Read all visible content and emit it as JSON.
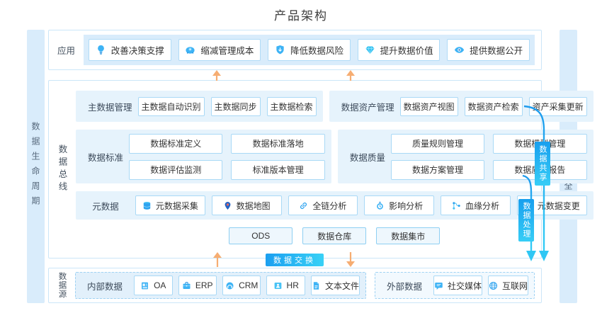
{
  "title": "产品架构",
  "left_bar": {
    "label": "数据生命周期"
  },
  "right_bar": {
    "label": "数据安全"
  },
  "app": {
    "label": "应用",
    "buttons": [
      {
        "label": "改善决策支撑",
        "icon": "lightbulb-icon"
      },
      {
        "label": "缩减管理成本",
        "icon": "piggy-bank-icon"
      },
      {
        "label": "降低数据风险",
        "icon": "shield-down-icon"
      },
      {
        "label": "提升数据价值",
        "icon": "gem-icon"
      },
      {
        "label": "提供数据公开",
        "icon": "eye-icon"
      }
    ]
  },
  "bus": {
    "label": "数据总线",
    "row1": [
      {
        "label": "主数据管理",
        "items": [
          "主数据自动识别",
          "主数据同步",
          "主数据检索"
        ]
      },
      {
        "label": "数据资产管理",
        "items": [
          "数据资产视图",
          "数据资产检索",
          "资产采集更新"
        ]
      }
    ],
    "row2": [
      {
        "label": "数据标准",
        "items": [
          "数据标准定义",
          "数据标准落地",
          "数据评估监测",
          "标准版本管理"
        ]
      },
      {
        "label": "数据质量",
        "items": [
          "质量规则管理",
          "数据模型管理",
          "数据方案管理",
          "数据质量报告"
        ]
      }
    ],
    "metadata": {
      "label": "元数据",
      "items": [
        {
          "label": "元数据采集",
          "icon": "database-icon"
        },
        {
          "label": "数据地图",
          "icon": "map-pin-icon"
        },
        {
          "label": "全链分析",
          "icon": "link-icon"
        },
        {
          "label": "影响分析",
          "icon": "stopwatch-icon"
        },
        {
          "label": "血缘分析",
          "icon": "branch-icon"
        },
        {
          "label": "元数据变更",
          "icon": "refresh-icon"
        }
      ]
    },
    "storage": [
      "ODS",
      "数据仓库",
      "数据集市"
    ]
  },
  "flows": {
    "exchange": "数据交换",
    "share": "数据共享",
    "process": "数据处理"
  },
  "source": {
    "label": "数据源",
    "internal": {
      "label": "内部数据",
      "items": [
        {
          "label": "OA",
          "icon": "document-icon"
        },
        {
          "label": "ERP",
          "icon": "briefcase-icon"
        },
        {
          "label": "CRM",
          "icon": "headset-icon"
        },
        {
          "label": "HR",
          "icon": "id-card-icon"
        },
        {
          "label": "文本文件",
          "icon": "text-file-icon"
        }
      ]
    },
    "external": {
      "label": "外部数据",
      "items": [
        {
          "label": "社交媒体",
          "icon": "chat-icon"
        },
        {
          "label": "互联网",
          "icon": "globe-icon"
        }
      ]
    }
  },
  "colors": {
    "accent": "#2ea3ef",
    "badge_gradient_start": "#189fee",
    "badge_gradient_end": "#36cdf6",
    "arrow_orange": "#f6ad72",
    "border_light": "#cbe6f8",
    "strip_bg": "#e6f3fc",
    "bar_bg": "#d9ecfb"
  }
}
